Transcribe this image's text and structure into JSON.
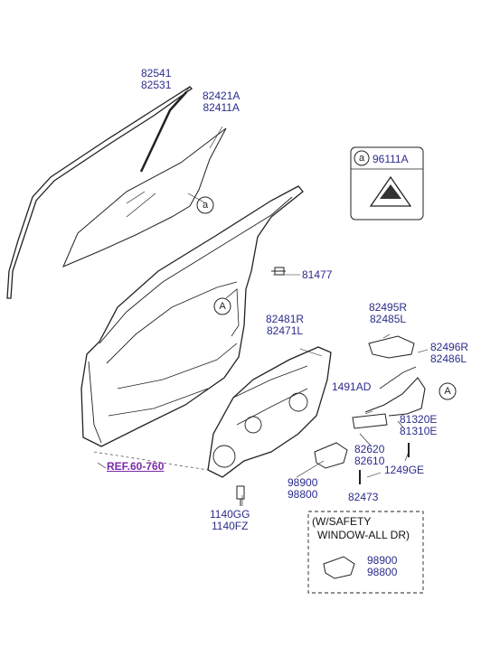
{
  "diagram": {
    "ref_link": "REF.60-760",
    "callout_a": "a",
    "callout_A": "A",
    "labels": {
      "glass_channel_upper": "82541",
      "glass_channel_lower": "82531",
      "glass_upper": "82421A",
      "glass_lower": "82411A",
      "emblem_circle": "a",
      "emblem": "96111A",
      "bolt_81477": "81477",
      "module_upper": "82481R",
      "module_lower": "82471L",
      "handle_upper": "82495R",
      "handle_lower": "82485L",
      "rod_upper": "82496R",
      "rod_lower": "82486L",
      "clip": "1491AD",
      "latch_upper": "81320E",
      "latch_lower": "81310E",
      "inner_handle_upper": "82620",
      "inner_handle_lower": "82610",
      "screw_1249GE": "1249GE",
      "motor_upper": "98900",
      "motor_lower": "98800",
      "pin_82473": "82473",
      "bolt_upper": "1140GG",
      "bolt_lower": "1140FZ"
    },
    "safety_box": {
      "line1": "(W/SAFETY",
      "line2": "WINDOW-ALL DR)",
      "part_upper": "98900",
      "part_lower": "98800"
    }
  },
  "colors": {
    "label": "#2b2b8c",
    "ref": "#7a2aa8",
    "line": "#222222"
  }
}
